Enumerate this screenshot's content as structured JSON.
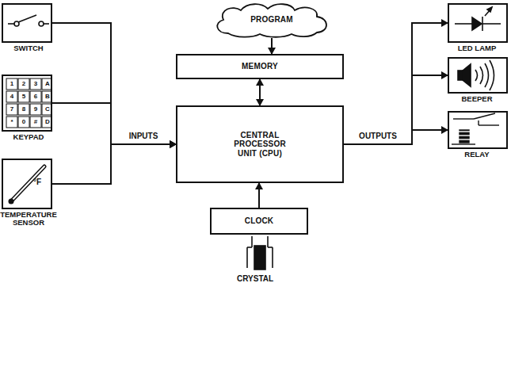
{
  "diagram": {
    "nodes": [
      {
        "text": [
          "PROGRAM"
        ]
      },
      {
        "text": [
          "MEMORY"
        ]
      },
      {
        "text": [
          "CENTRAL PROCESSOR UNIT (CPU)"
        ]
      },
      {
        "text": [
          "CLOCK"
        ]
      },
      {
        "text": [
          "SWITCH"
        ]
      },
      {
        "text": [
          "KEYPAD"
        ]
      },
      {
        "text": [
          "TEMPERATURE SENSOR"
        ]
      },
      {
        "text": [
          "LED LAMP"
        ]
      },
      {
        "text": [
          "BEEPER"
        ]
      },
      {
        "text": [
          "RELAY"
        ]
      }
    ],
    "edges": [
      {
        "from": 0,
        "to": 1,
        "arrow": "to"
      },
      {
        "from": 1,
        "to": 2,
        "arrow": "both"
      },
      {
        "from": 3,
        "to": 2,
        "arrow": "to"
      },
      {
        "from": 4,
        "to": 2,
        "arrow": "to"
      },
      {
        "from": 5,
        "to": 2,
        "label": "INPUTS",
        "arrow": "to"
      },
      {
        "from": 6,
        "to": 2,
        "arrow": "to"
      },
      {
        "from": 2,
        "to": 7,
        "label": "OUTPUTS",
        "arrow": "to"
      },
      {
        "from": 2,
        "to": 8,
        "arrow": "to"
      },
      {
        "from": 2,
        "to": 9,
        "arrow": "to"
      }
    ],
    "labels": [
      "1",
      "2",
      "3",
      "A",
      "4",
      "5",
      "6",
      "B",
      "7",
      "8",
      "9",
      "C",
      "*",
      "0",
      "#",
      "D",
      "°F",
      "CRYSTAL"
    ]
  }
}
